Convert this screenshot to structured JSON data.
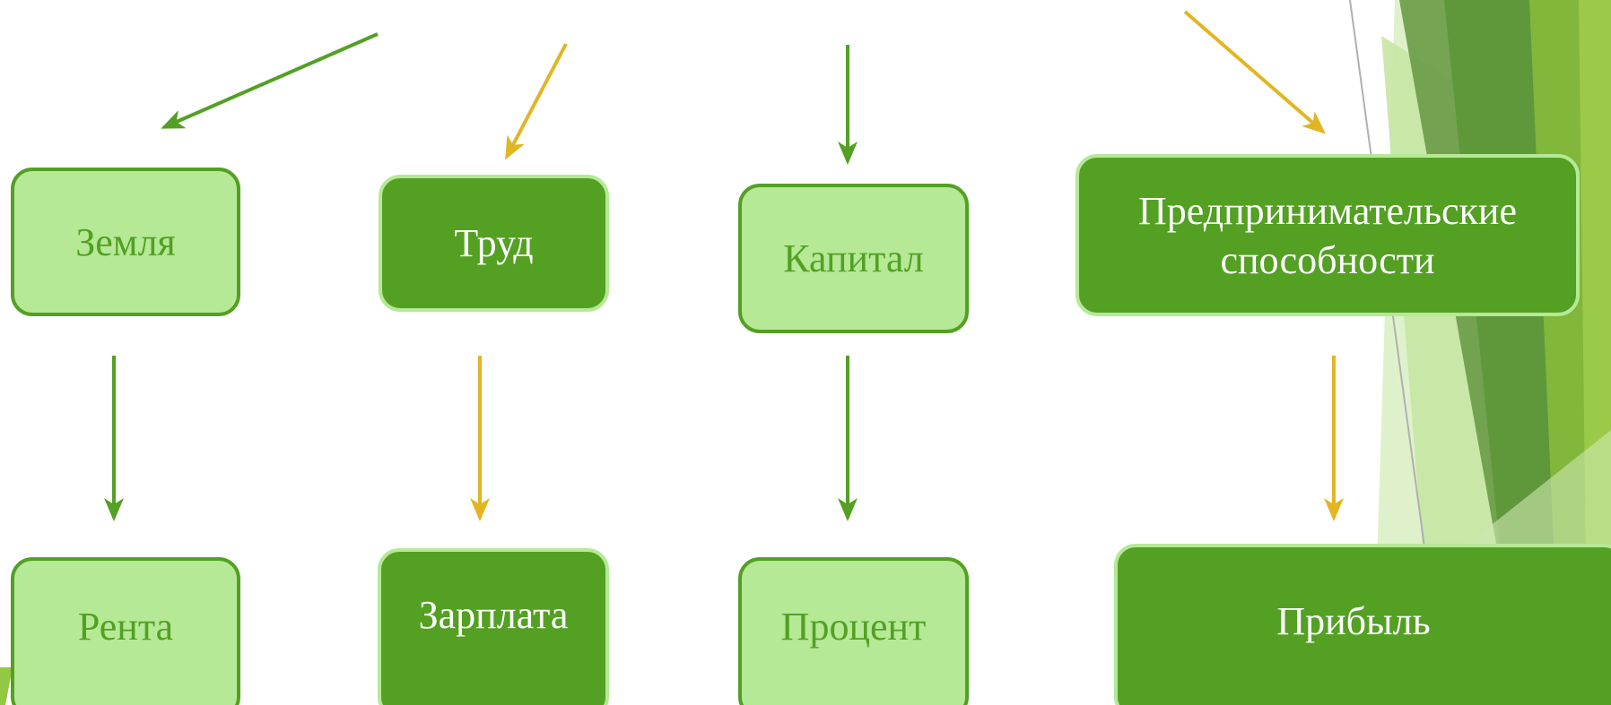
{
  "colors": {
    "accent_green": "#53a023",
    "light_green": "#b5e996",
    "arrow_green": "#53a023",
    "arrow_yellow": "#e2b523",
    "white": "#ffffff"
  },
  "diagram": {
    "factors": [
      {
        "label": "Земля",
        "style": "light"
      },
      {
        "label": "Труд",
        "style": "dark"
      },
      {
        "label": "Капитал",
        "style": "light"
      },
      {
        "label": "Предпринимательские способности",
        "style": "dark"
      }
    ],
    "incomes": [
      {
        "label": "Рента",
        "style": "light"
      },
      {
        "label": "Зарплата",
        "style": "dark"
      },
      {
        "label": "Процент",
        "style": "light"
      },
      {
        "label": "Прибыль",
        "style": "dark"
      }
    ]
  }
}
